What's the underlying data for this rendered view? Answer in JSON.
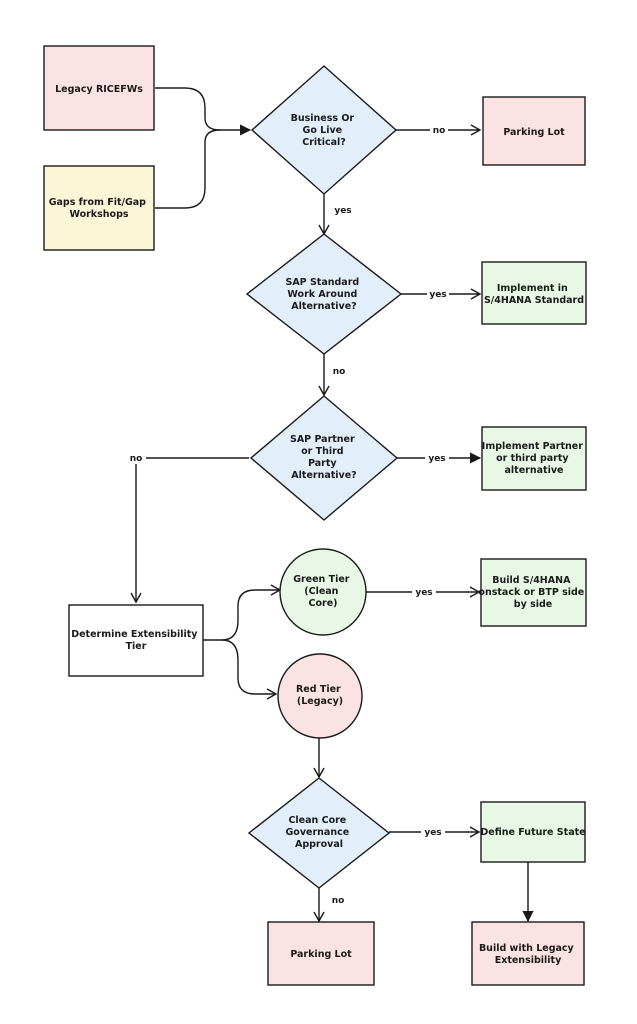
{
  "nodes": {
    "legacy_ricefws": {
      "lines": [
        "Legacy RICEFWs"
      ],
      "color": "#fbe3e3"
    },
    "gaps_fit_gap": {
      "lines": [
        "Gaps from Fit/Gap",
        "Workshops"
      ],
      "color": "#fcf6d9"
    },
    "business_critical": {
      "lines": [
        "Business Or",
        "Go Live",
        "Critical?"
      ],
      "color": "#e3eefb"
    },
    "parking_lot_top": {
      "lines": [
        "Parking Lot"
      ],
      "color": "#fbe3e3"
    },
    "sap_standard": {
      "lines": [
        "SAP Standard",
        "Work Around",
        "Alternative?"
      ],
      "color": "#e3eefb"
    },
    "implement_standard": {
      "lines": [
        "Implement in",
        "S/4HANA Standard"
      ],
      "color": "#e8f7e6"
    },
    "sap_partner": {
      "lines": [
        "SAP Partner",
        "or Third",
        "Party",
        "Alternative?"
      ],
      "color": "#e3eefb"
    },
    "implement_partner": {
      "lines": [
        "Implement Partner",
        "or third party",
        "alternative"
      ],
      "color": "#e8f7e6"
    },
    "determine_tier": {
      "lines": [
        "Determine Extensibility",
        "Tier"
      ],
      "color": "#ffffff"
    },
    "green_tier": {
      "lines": [
        "Green Tier",
        "(Clean",
        "Core)"
      ],
      "color": "#e8f7e6"
    },
    "build_s4hana": {
      "lines": [
        "Build S/4HANA",
        "onstack or BTP side",
        "by side"
      ],
      "color": "#e8f7e6"
    },
    "red_tier": {
      "lines": [
        "Red Tier",
        "(Legacy)"
      ],
      "color": "#fbe3e3"
    },
    "clean_core_governance": {
      "lines": [
        "Clean Core",
        "Governance",
        "Approval"
      ],
      "color": "#e3eefb"
    },
    "define_future_state": {
      "lines": [
        "Define Future State"
      ],
      "color": "#e8f7e6"
    },
    "parking_lot_bottom": {
      "lines": [
        "Parking Lot"
      ],
      "color": "#fbe3e3"
    },
    "build_legacy": {
      "lines": [
        "Build with Legacy",
        "Extensibility"
      ],
      "color": "#fbe3e3"
    }
  },
  "edge_labels": {
    "critical_no": "no",
    "critical_yes": "yes",
    "standard_yes": "yes",
    "standard_no": "no",
    "partner_no": "no",
    "partner_yes": "yes",
    "green_yes": "yes",
    "governance_yes": "yes",
    "governance_no": "no"
  },
  "edges": [
    {
      "from": "legacy_ricefws",
      "to": "business_critical",
      "label": ""
    },
    {
      "from": "gaps_fit_gap",
      "to": "business_critical",
      "label": ""
    },
    {
      "from": "business_critical",
      "to": "parking_lot_top",
      "label": "no"
    },
    {
      "from": "business_critical",
      "to": "sap_standard",
      "label": "yes"
    },
    {
      "from": "sap_standard",
      "to": "implement_standard",
      "label": "yes"
    },
    {
      "from": "sap_standard",
      "to": "sap_partner",
      "label": "no"
    },
    {
      "from": "sap_partner",
      "to": "implement_partner",
      "label": "yes"
    },
    {
      "from": "sap_partner",
      "to": "determine_tier",
      "label": "no"
    },
    {
      "from": "determine_tier",
      "to": "green_tier",
      "label": ""
    },
    {
      "from": "determine_tier",
      "to": "red_tier",
      "label": ""
    },
    {
      "from": "green_tier",
      "to": "build_s4hana",
      "label": "yes"
    },
    {
      "from": "red_tier",
      "to": "clean_core_governance",
      "label": ""
    },
    {
      "from": "clean_core_governance",
      "to": "define_future_state",
      "label": "yes"
    },
    {
      "from": "clean_core_governance",
      "to": "parking_lot_bottom",
      "label": "no"
    },
    {
      "from": "define_future_state",
      "to": "build_legacy",
      "label": ""
    }
  ]
}
